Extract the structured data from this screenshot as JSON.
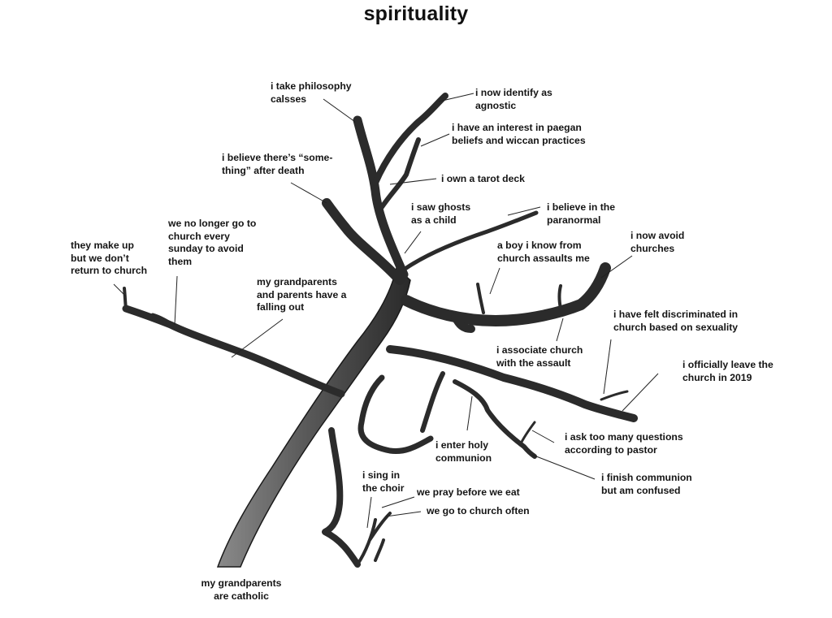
{
  "title": "spirituality",
  "labels": [
    {
      "id": "philosophy",
      "text": "i take philosophy\ncalsses"
    },
    {
      "id": "agnostic",
      "text": "i now identify as\nagnostic"
    },
    {
      "id": "paegan",
      "text": "i have an interest in paegan\nbeliefs and wiccan practices"
    },
    {
      "id": "afterdeath",
      "text": "i believe there’s “some-\nthing” after death"
    },
    {
      "id": "tarot",
      "text": "i own a tarot deck"
    },
    {
      "id": "ghosts",
      "text": "i saw ghosts\nas a child"
    },
    {
      "id": "paranormal",
      "text": "i believe in the\nparanormal"
    },
    {
      "id": "nolonger",
      "text": "we no longer go to\nchurch every\nsunday to avoid\nthem"
    },
    {
      "id": "makeup",
      "text": "they make up\nbut we don’t\nreturn to church"
    },
    {
      "id": "avoid",
      "text": "i now avoid\nchurches"
    },
    {
      "id": "boy",
      "text": "a boy i know from\nchurch assaults me"
    },
    {
      "id": "fallingout",
      "text": "my grandparents\nand parents have a\nfalling out"
    },
    {
      "id": "discriminated",
      "text": "i have felt discriminated in\nchurch based on sexuality"
    },
    {
      "id": "associate",
      "text": "i associate church\nwith the assault"
    },
    {
      "id": "leave",
      "text": "i officially leave the\nchurch in 2019"
    },
    {
      "id": "questions",
      "text": "i ask too many questions\naccording to pastor"
    },
    {
      "id": "communion",
      "text": "i enter holy\ncommunion"
    },
    {
      "id": "finish",
      "text": "i finish communion\nbut am confused"
    },
    {
      "id": "choir",
      "text": "i sing in\nthe choir"
    },
    {
      "id": "pray",
      "text": "we pray before we eat"
    },
    {
      "id": "often",
      "text": "we go to church often"
    },
    {
      "id": "catholic",
      "text": "my grandparents\nare catholic"
    }
  ]
}
